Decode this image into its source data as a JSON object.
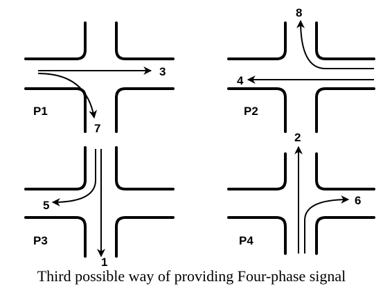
{
  "caption": "Third possible way of providing Four-phase signal",
  "phases": [
    {
      "label": "P1",
      "movements": [
        "3",
        "7"
      ]
    },
    {
      "label": "P2",
      "movements": [
        "4",
        "8"
      ]
    },
    {
      "label": "P3",
      "movements": [
        "5",
        "1"
      ]
    },
    {
      "label": "P4",
      "movements": [
        "2",
        "6"
      ]
    }
  ],
  "colors": {
    "line": "#000000",
    "background": "#ffffff"
  }
}
